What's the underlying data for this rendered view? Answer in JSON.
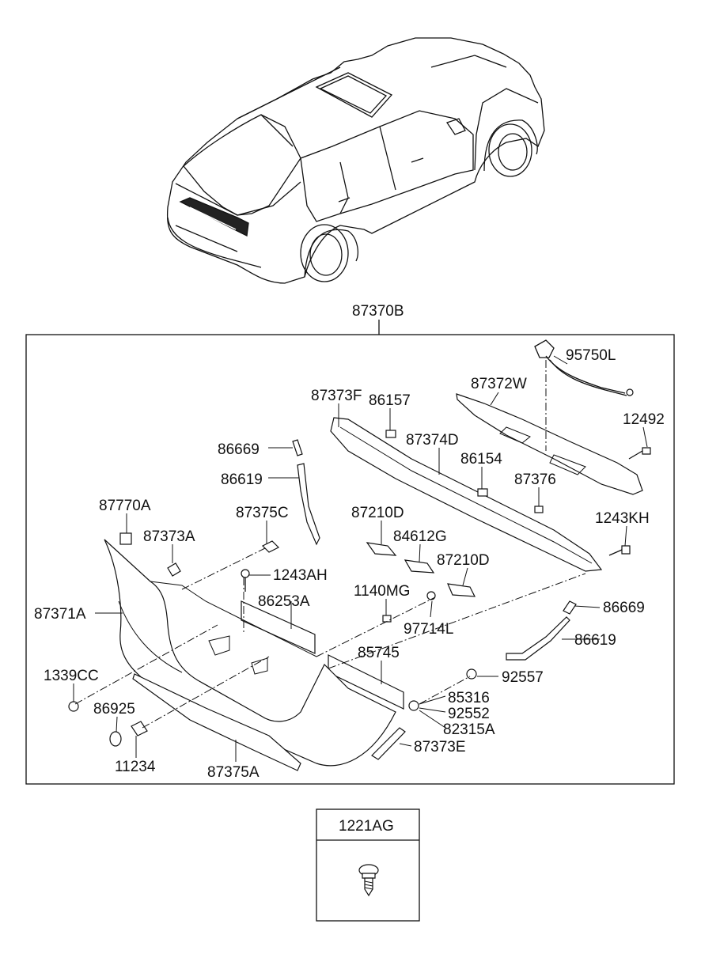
{
  "assembly_label": "87370B",
  "legend_label": "1221AG",
  "callouts": {
    "p95750L": "95750L",
    "p87373F": "87373F",
    "p86157": "86157",
    "p87372W": "87372W",
    "p12492": "12492",
    "p87374D": "87374D",
    "p86669a": "86669",
    "p86619a": "86619",
    "p86154": "86154",
    "p87376": "87376",
    "p87770A": "87770A",
    "p87375C": "87375C",
    "p87210Da": "87210D",
    "p1243KH": "1243KH",
    "p87373A": "87373A",
    "p84612G": "84612G",
    "p1243AH": "1243AH",
    "p87210Db": "87210D",
    "p1140MG": "1140MG",
    "p87371A": "87371A",
    "p86253A": "86253A",
    "p86669b": "86669",
    "p97714L": "97714L",
    "p86619b": "86619",
    "p85745": "85745",
    "p1339CC": "1339CC",
    "p92557": "92557",
    "p85316": "85316",
    "p86925": "86925",
    "p92552": "92552",
    "p82315A": "82315A",
    "p11234": "11234",
    "p87373E": "87373E",
    "p87375A": "87375A"
  }
}
